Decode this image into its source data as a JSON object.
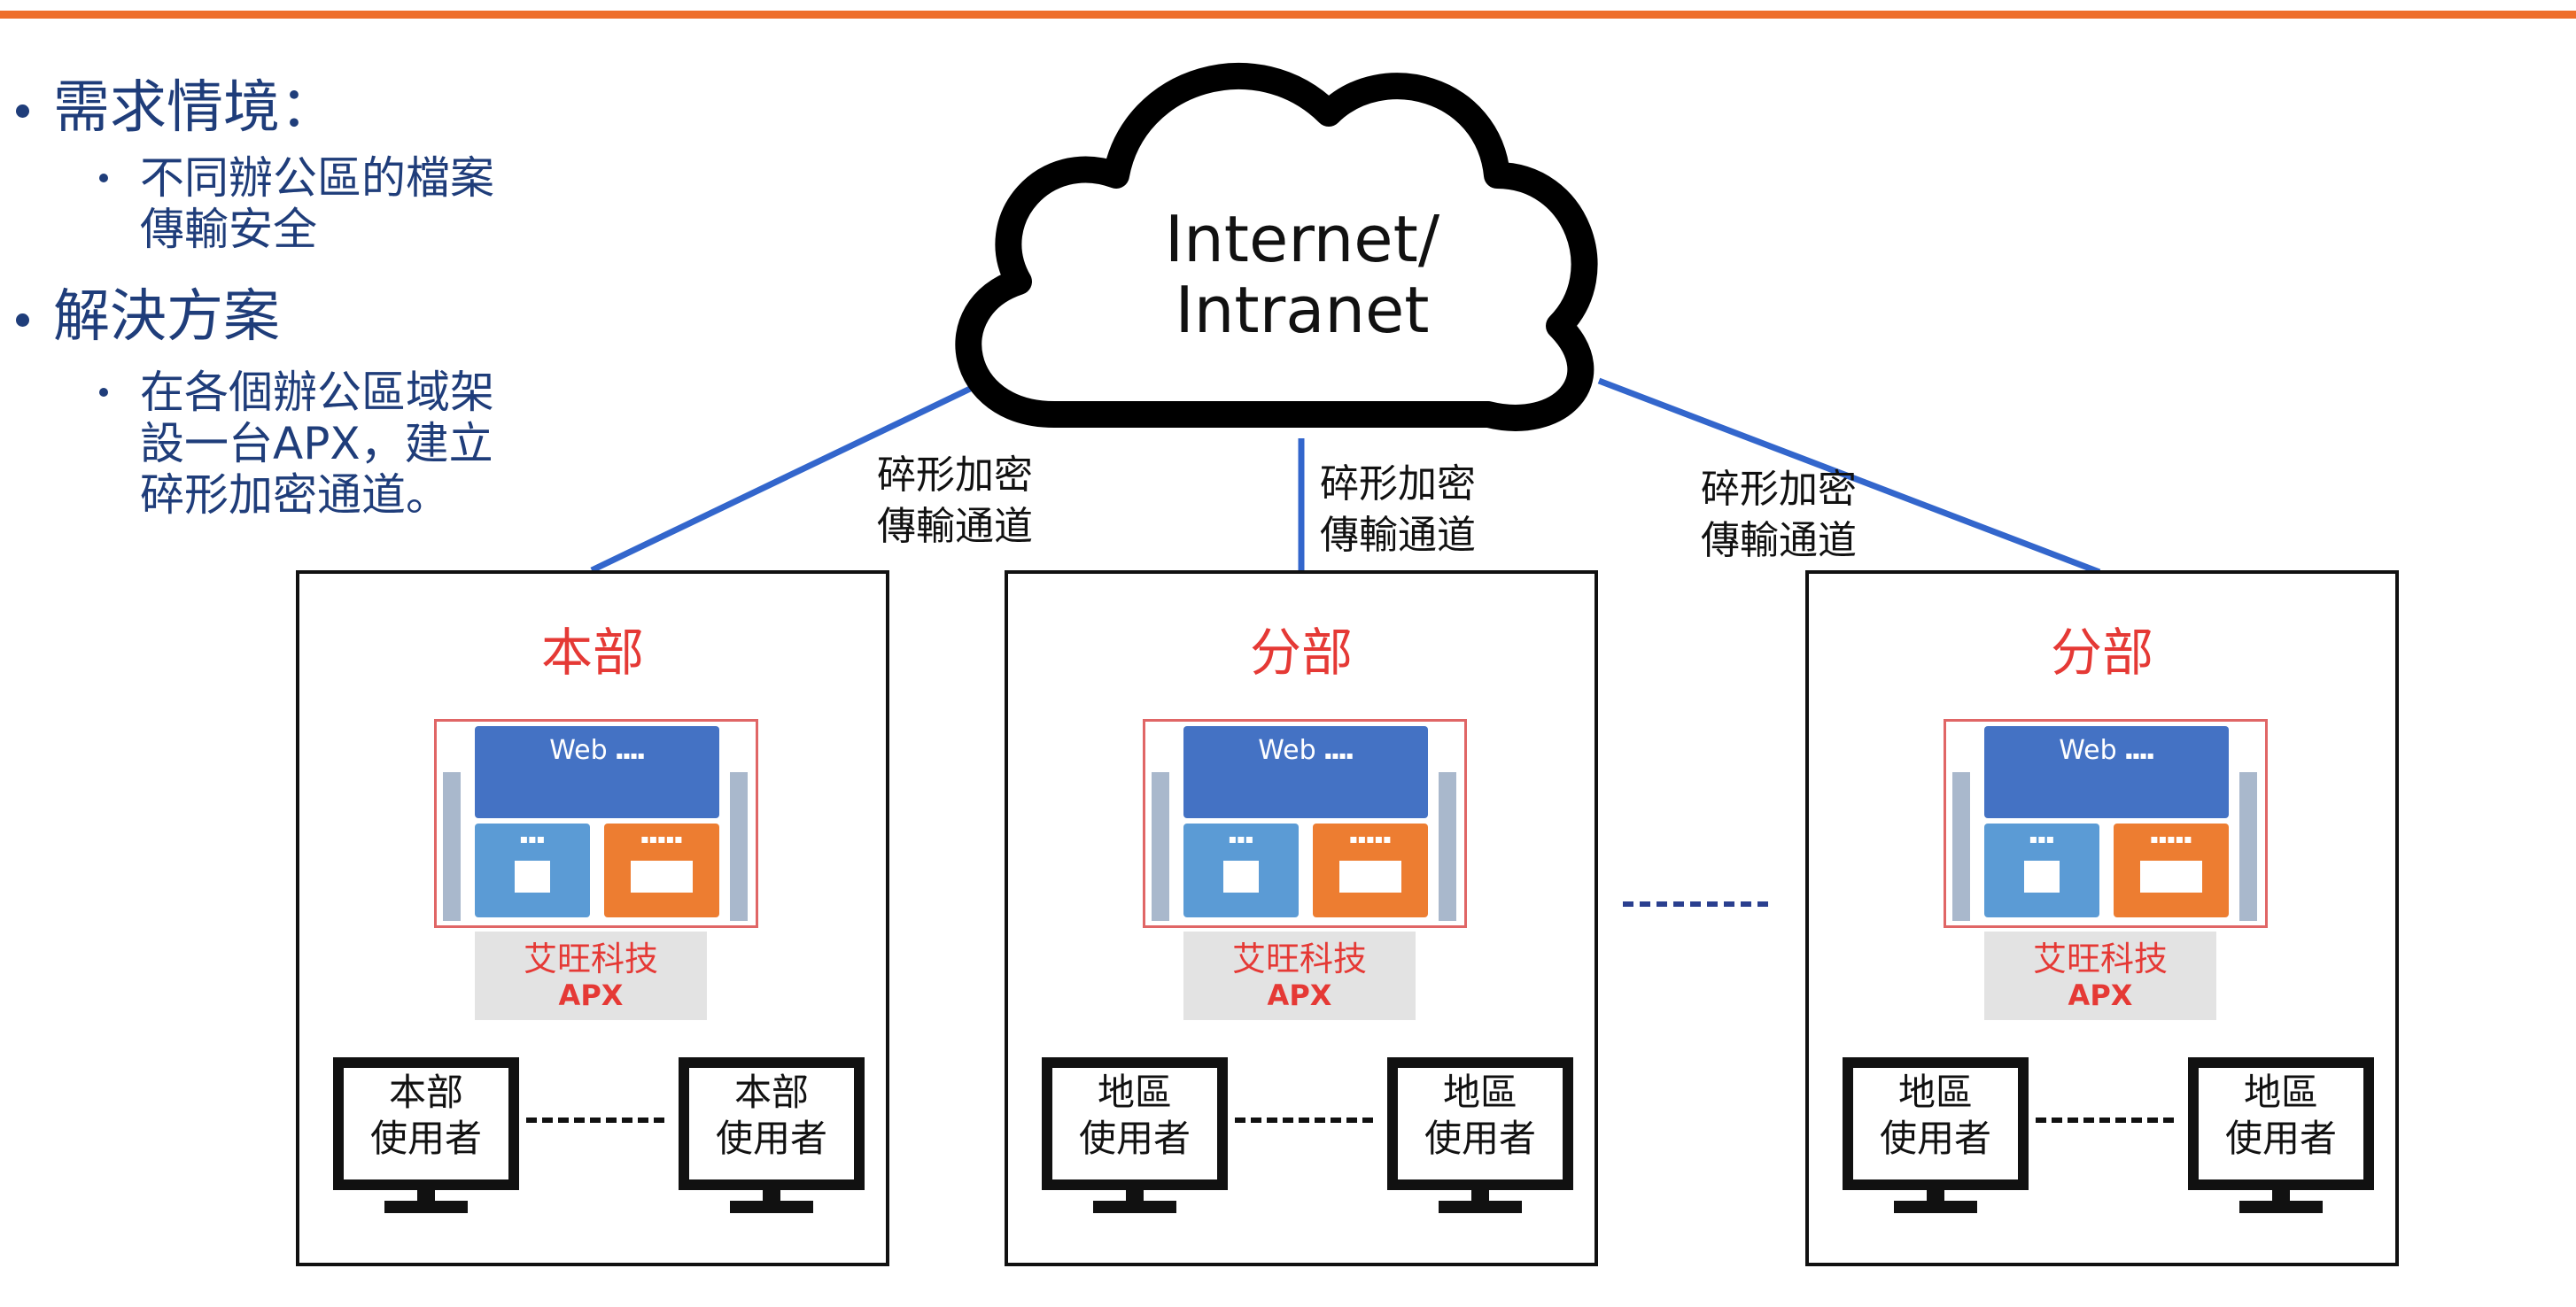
{
  "bullets": {
    "requirement_title": "需求情境：",
    "requirement_text": "不同辦公區的檔案\n傳輸安全",
    "solution_title": "解決方案",
    "solution_text": "在各個辦公區域架\n設一台APX，建立\n碎形加密通道。"
  },
  "cloud": {
    "label": "Internet/\nIntranet"
  },
  "channels": [
    "碎形加密\n傳輸通道",
    "碎形加密\n傳輸通道",
    "碎形加密\n傳輸通道"
  ],
  "sites": [
    {
      "title": "本部",
      "users": [
        "本部\n使用者",
        "本部\n使用者"
      ]
    },
    {
      "title": "分部",
      "users": [
        "地區\n使用者",
        "地區\n使用者"
      ]
    },
    {
      "title": "分部",
      "users": [
        "地區\n使用者",
        "地區\n使用者"
      ]
    }
  ],
  "device": {
    "web_label": "Web",
    "brand": "艾旺科技",
    "model": "APX"
  },
  "colors": {
    "accent_bar": "#ee6e2b",
    "link_line": "#3366cc",
    "site_title": "#e53935",
    "text_blue": "#1f3d7a"
  }
}
